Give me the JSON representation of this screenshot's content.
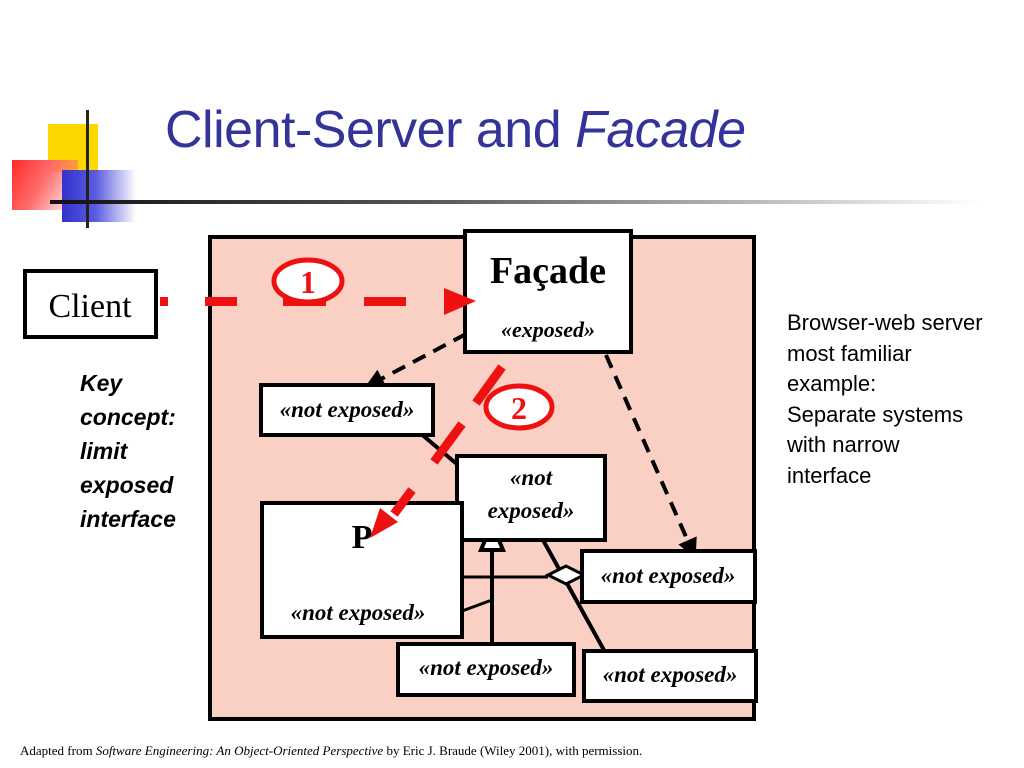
{
  "slide": {
    "title_plain": "Client-Server and ",
    "title_italic": "Facade"
  },
  "diagram": {
    "client_label": "Client",
    "facade_title": "Façade",
    "facade_stereotype": "«exposed»",
    "p_title": "P",
    "p_stereotype": "«not exposed»",
    "box_top_left": "«not exposed»",
    "box_mid_line1": "«not",
    "box_mid_line2": "exposed»",
    "box_right_mid": "«not exposed»",
    "box_bottom_center": "«not exposed»",
    "box_bottom_right": "«not exposed»",
    "marker_1": "1",
    "marker_2": "2",
    "colors": {
      "package_fill": "#fad0c4",
      "arrow_red": "#ee1111",
      "outline": "#000000"
    }
  },
  "notes": {
    "key_concept": "Key concept: limit exposed interface",
    "side_lines": [
      "Browser-web server",
      "most familiar",
      "example:",
      "Separate systems",
      "with narrow",
      "interface"
    ]
  },
  "footer": {
    "prefix": "Adapted from ",
    "book": "Software Engineering: An Object-Oriented Perspective",
    "suffix": " by Eric J. Braude (Wiley 2001), with permission."
  }
}
